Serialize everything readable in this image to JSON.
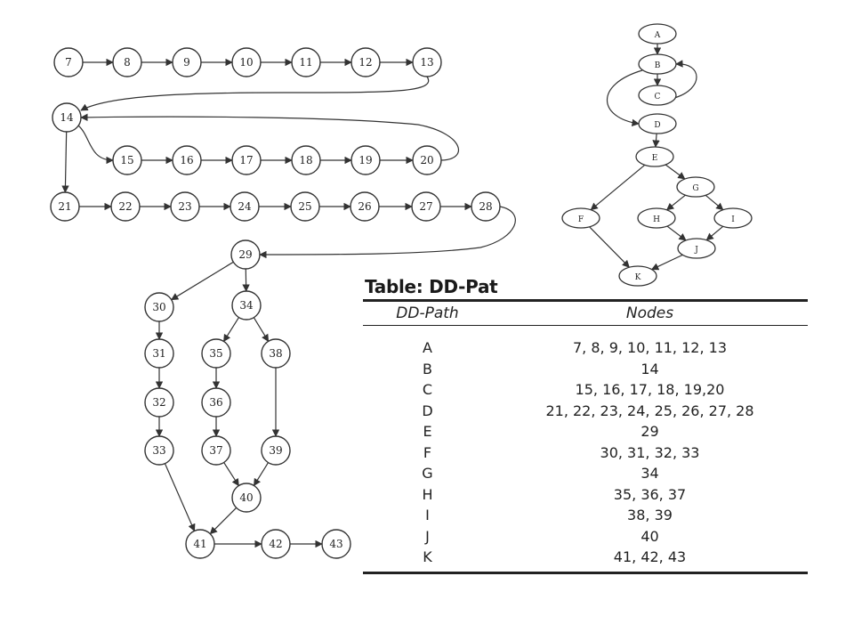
{
  "flow_graph": {
    "nodes": [
      {
        "id": "7"
      },
      {
        "id": "8"
      },
      {
        "id": "9"
      },
      {
        "id": "10"
      },
      {
        "id": "11"
      },
      {
        "id": "12"
      },
      {
        "id": "13"
      },
      {
        "id": "14"
      },
      {
        "id": "15"
      },
      {
        "id": "16"
      },
      {
        "id": "17"
      },
      {
        "id": "18"
      },
      {
        "id": "19"
      },
      {
        "id": "20"
      },
      {
        "id": "21"
      },
      {
        "id": "22"
      },
      {
        "id": "23"
      },
      {
        "id": "24"
      },
      {
        "id": "25"
      },
      {
        "id": "26"
      },
      {
        "id": "27"
      },
      {
        "id": "28"
      },
      {
        "id": "29"
      },
      {
        "id": "30"
      },
      {
        "id": "31"
      },
      {
        "id": "32"
      },
      {
        "id": "33"
      },
      {
        "id": "34"
      },
      {
        "id": "35"
      },
      {
        "id": "36"
      },
      {
        "id": "37"
      },
      {
        "id": "38"
      },
      {
        "id": "39"
      },
      {
        "id": "40"
      },
      {
        "id": "41"
      },
      {
        "id": "42"
      },
      {
        "id": "43"
      }
    ],
    "edges": [
      [
        "7",
        "8"
      ],
      [
        "8",
        "9"
      ],
      [
        "9",
        "10"
      ],
      [
        "10",
        "11"
      ],
      [
        "11",
        "12"
      ],
      [
        "12",
        "13"
      ],
      [
        "13",
        "14"
      ],
      [
        "14",
        "15"
      ],
      [
        "14",
        "21"
      ],
      [
        "15",
        "16"
      ],
      [
        "16",
        "17"
      ],
      [
        "17",
        "18"
      ],
      [
        "18",
        "19"
      ],
      [
        "19",
        "20"
      ],
      [
        "20",
        "14"
      ],
      [
        "21",
        "22"
      ],
      [
        "22",
        "23"
      ],
      [
        "23",
        "24"
      ],
      [
        "24",
        "25"
      ],
      [
        "25",
        "26"
      ],
      [
        "26",
        "27"
      ],
      [
        "27",
        "28"
      ],
      [
        "28",
        "29"
      ],
      [
        "29",
        "30"
      ],
      [
        "29",
        "34"
      ],
      [
        "30",
        "31"
      ],
      [
        "31",
        "32"
      ],
      [
        "32",
        "33"
      ],
      [
        "33",
        "41"
      ],
      [
        "34",
        "35"
      ],
      [
        "34",
        "38"
      ],
      [
        "35",
        "36"
      ],
      [
        "36",
        "37"
      ],
      [
        "37",
        "40"
      ],
      [
        "38",
        "39"
      ],
      [
        "39",
        "40"
      ],
      [
        "40",
        "41"
      ],
      [
        "41",
        "42"
      ],
      [
        "42",
        "43"
      ]
    ]
  },
  "dd_graph": {
    "nodes": [
      {
        "id": "A"
      },
      {
        "id": "B"
      },
      {
        "id": "C"
      },
      {
        "id": "D"
      },
      {
        "id": "E"
      },
      {
        "id": "F"
      },
      {
        "id": "G"
      },
      {
        "id": "H"
      },
      {
        "id": "I"
      },
      {
        "id": "J"
      },
      {
        "id": "K"
      }
    ],
    "edges": [
      [
        "A",
        "B"
      ],
      [
        "B",
        "C"
      ],
      [
        "C",
        "B"
      ],
      [
        "B",
        "D"
      ],
      [
        "D",
        "E"
      ],
      [
        "E",
        "F"
      ],
      [
        "E",
        "G"
      ],
      [
        "G",
        "H"
      ],
      [
        "G",
        "I"
      ],
      [
        "H",
        "J"
      ],
      [
        "I",
        "J"
      ],
      [
        "F",
        "K"
      ],
      [
        "J",
        "K"
      ]
    ]
  },
  "table": {
    "title": "Table: DD-Pat",
    "headers": [
      "DD-Path",
      "Nodes"
    ],
    "rows": [
      [
        "A",
        "7, 8, 9, 10, 11, 12, 13"
      ],
      [
        "B",
        "14"
      ],
      [
        "C",
        "15, 16, 17, 18, 19,20"
      ],
      [
        "D",
        "21, 22, 23, 24, 25, 26, 27, 28"
      ],
      [
        "E",
        "29"
      ],
      [
        "F",
        "30, 31, 32, 33"
      ],
      [
        "G",
        "34"
      ],
      [
        "H",
        "35, 36, 37"
      ],
      [
        "I",
        "38, 39"
      ],
      [
        "J",
        "40"
      ],
      [
        "K",
        "41, 42, 43"
      ]
    ]
  }
}
